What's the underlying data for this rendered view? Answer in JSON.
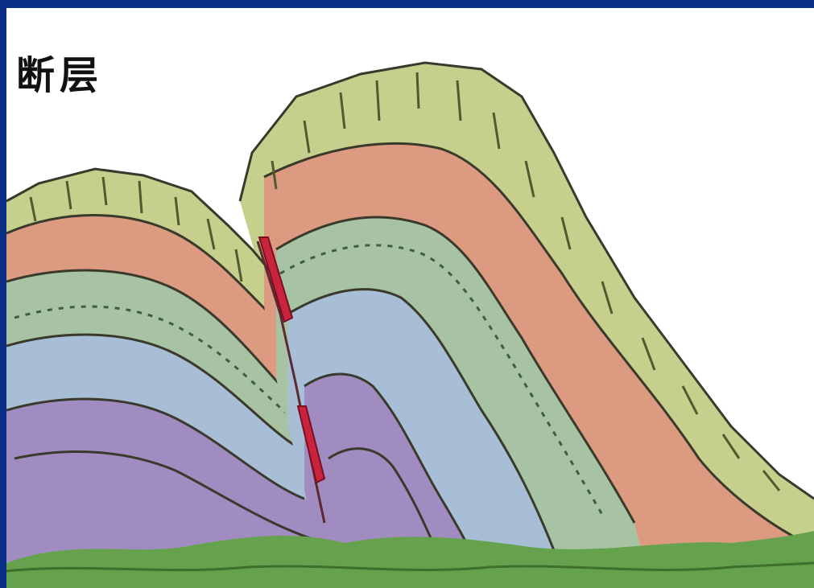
{
  "title": "断层",
  "colors": {
    "frame": "#0b2f86",
    "top_layer": "#c7cf8c",
    "orange_layer": "#dc9a80",
    "green_layer": "#a8c3a4",
    "blue_layer": "#a8bed6",
    "purple_layer": "#a08cc0",
    "ground": "#66a24e",
    "fault": "#c8243e"
  },
  "layers": [
    {
      "name": "top-layer",
      "icon": "hatched-stratum"
    },
    {
      "name": "orange-layer",
      "icon": "stratum"
    },
    {
      "name": "green-layer",
      "icon": "dotted-stratum"
    },
    {
      "name": "blue-layer",
      "icon": "stratum"
    },
    {
      "name": "purple-layer",
      "icon": "stratum"
    }
  ]
}
